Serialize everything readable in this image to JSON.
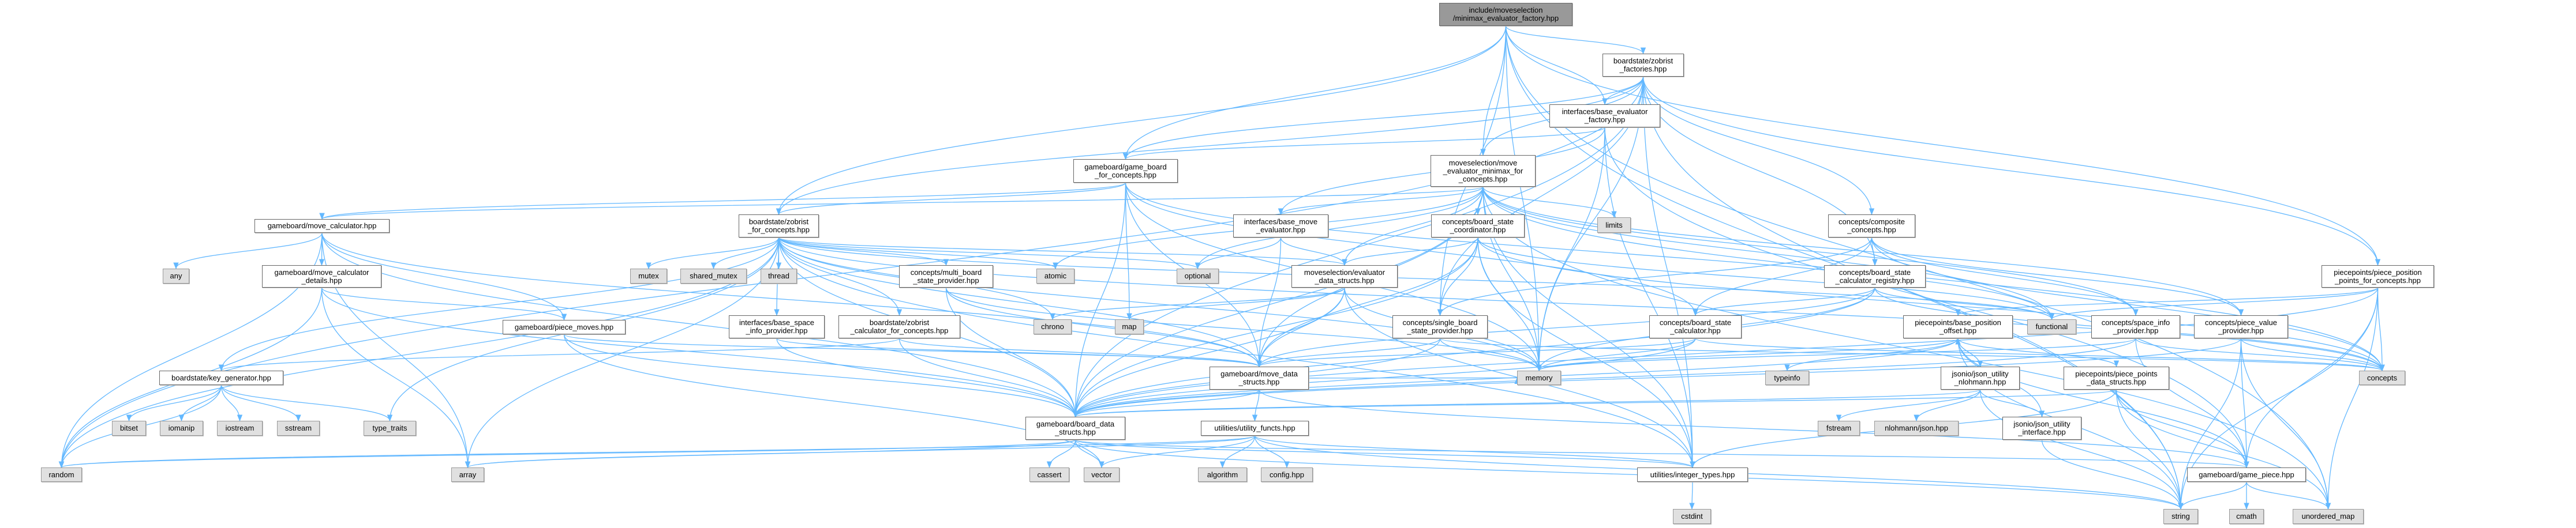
{
  "graph": {
    "type": "include-dependency-graph",
    "edge_color": "#63b8ff",
    "node_border_color": "#666666",
    "system_node_fill": "#e0e0e0",
    "root_node_fill": "#999999",
    "nodes": [
      {
        "id": "root",
        "kind": "root",
        "lines": [
          "include/moveselection",
          "/minimax_evaluator_factory.hpp"
        ]
      },
      {
        "id": "zfac",
        "kind": "file",
        "lines": [
          "boardstate/zobrist",
          "_factories.hpp"
        ]
      },
      {
        "id": "bef",
        "kind": "file",
        "lines": [
          "interfaces/base_evaluator",
          "_factory.hpp"
        ]
      },
      {
        "id": "gbfc",
        "kind": "file",
        "lines": [
          "gameboard/game_board",
          "_for_concepts.hpp"
        ]
      },
      {
        "id": "memfc",
        "kind": "file",
        "lines": [
          "moveselection/move",
          "_evaluator_minimax_for",
          "_concepts.hpp"
        ]
      },
      {
        "id": "mcalc",
        "kind": "file",
        "lines": [
          "gameboard/move_calculator.hpp"
        ]
      },
      {
        "id": "zfc",
        "kind": "file",
        "lines": [
          "boardstate/zobrist",
          "_for_concepts.hpp"
        ]
      },
      {
        "id": "bme",
        "kind": "file",
        "lines": [
          "interfaces/base_move",
          "_evaluator.hpp"
        ]
      },
      {
        "id": "bsco",
        "kind": "file",
        "lines": [
          "concepts/board_state",
          "_coordinator.hpp"
        ]
      },
      {
        "id": "limits",
        "kind": "sys",
        "lines": [
          "limits"
        ]
      },
      {
        "id": "comp",
        "kind": "file",
        "lines": [
          "concepts/composite",
          "_concepts.hpp"
        ]
      },
      {
        "id": "any",
        "kind": "sys",
        "lines": [
          "any"
        ]
      },
      {
        "id": "mcd",
        "kind": "file",
        "lines": [
          "gameboard/move_calculator",
          "_details.hpp"
        ]
      },
      {
        "id": "mutex",
        "kind": "sys",
        "lines": [
          "mutex"
        ]
      },
      {
        "id": "shmutex",
        "kind": "sys",
        "lines": [
          "shared_mutex"
        ]
      },
      {
        "id": "thread",
        "kind": "sys",
        "lines": [
          "thread"
        ]
      },
      {
        "id": "mbsp",
        "kind": "file",
        "lines": [
          "concepts/multi_board",
          "_state_provider.hpp"
        ]
      },
      {
        "id": "atomic",
        "kind": "sys",
        "lines": [
          "atomic"
        ]
      },
      {
        "id": "optional",
        "kind": "sys",
        "lines": [
          "optional"
        ]
      },
      {
        "id": "eds",
        "kind": "file",
        "lines": [
          "moveselection/evaluator",
          "_data_structs.hpp"
        ]
      },
      {
        "id": "bscr",
        "kind": "file",
        "lines": [
          "concepts/board_state",
          "_calculator_registry.hpp"
        ]
      },
      {
        "id": "pppc",
        "kind": "file",
        "lines": [
          "piecepoints/piece_position",
          "_points_for_concepts.hpp"
        ]
      },
      {
        "id": "pmoves",
        "kind": "file",
        "lines": [
          "gameboard/piece_moves.hpp"
        ]
      },
      {
        "id": "bsip",
        "kind": "file",
        "lines": [
          "interfaces/base_space",
          "_info_provider.hpp"
        ]
      },
      {
        "id": "zcalc",
        "kind": "file",
        "lines": [
          "boardstate/zobrist",
          "_calculator_for_concepts.hpp"
        ]
      },
      {
        "id": "chrono",
        "kind": "sys",
        "lines": [
          "chrono"
        ]
      },
      {
        "id": "map",
        "kind": "sys",
        "lines": [
          "map"
        ]
      },
      {
        "id": "sbsp",
        "kind": "file",
        "lines": [
          "concepts/single_board",
          "_state_provider.hpp"
        ]
      },
      {
        "id": "bscalc",
        "kind": "file",
        "lines": [
          "concepts/board_state",
          "_calculator.hpp"
        ]
      },
      {
        "id": "bpo",
        "kind": "file",
        "lines": [
          "piecepoints/base_position",
          "_offset.hpp"
        ]
      },
      {
        "id": "functional",
        "kind": "sys",
        "lines": [
          "functional"
        ]
      },
      {
        "id": "sip",
        "kind": "file",
        "lines": [
          "concepts/space_info",
          "_provider.hpp"
        ]
      },
      {
        "id": "pvp",
        "kind": "file",
        "lines": [
          "concepts/piece_value",
          "_provider.hpp"
        ]
      },
      {
        "id": "keygen",
        "kind": "file",
        "lines": [
          "boardstate/key_generator.hpp"
        ]
      },
      {
        "id": "mds",
        "kind": "file",
        "lines": [
          "gameboard/move_data",
          "_structs.hpp"
        ]
      },
      {
        "id": "memory",
        "kind": "sys",
        "lines": [
          "memory"
        ]
      },
      {
        "id": "typeinfo",
        "kind": "sys",
        "lines": [
          "typeinfo"
        ]
      },
      {
        "id": "jun",
        "kind": "file",
        "lines": [
          "jsonio/json_utility",
          "_nlohmann.hpp"
        ]
      },
      {
        "id": "ppds",
        "kind": "file",
        "lines": [
          "piecepoints/piece_points",
          "_data_structs.hpp"
        ]
      },
      {
        "id": "concepts",
        "kind": "sys",
        "lines": [
          "concepts"
        ]
      },
      {
        "id": "bitset",
        "kind": "sys",
        "lines": [
          "bitset"
        ]
      },
      {
        "id": "iomanip",
        "kind": "sys",
        "lines": [
          "iomanip"
        ]
      },
      {
        "id": "iostream",
        "kind": "sys",
        "lines": [
          "iostream"
        ]
      },
      {
        "id": "sstream",
        "kind": "sys",
        "lines": [
          "sstream"
        ]
      },
      {
        "id": "type_traits",
        "kind": "sys",
        "lines": [
          "type_traits"
        ]
      },
      {
        "id": "bds",
        "kind": "file",
        "lines": [
          "gameboard/board_data",
          "_structs.hpp"
        ]
      },
      {
        "id": "utf",
        "kind": "file",
        "lines": [
          "utilities/utility_functs.hpp"
        ]
      },
      {
        "id": "fstream",
        "kind": "sys",
        "lines": [
          "fstream"
        ]
      },
      {
        "id": "njson",
        "kind": "sys",
        "lines": [
          "nlohmann/json.hpp"
        ]
      },
      {
        "id": "jui",
        "kind": "file",
        "lines": [
          "jsonio/json_utility",
          "_interface.hpp"
        ]
      },
      {
        "id": "random",
        "kind": "sys",
        "lines": [
          "random"
        ]
      },
      {
        "id": "array",
        "kind": "sys",
        "lines": [
          "array"
        ]
      },
      {
        "id": "cassert",
        "kind": "sys",
        "lines": [
          "cassert"
        ]
      },
      {
        "id": "vector",
        "kind": "sys",
        "lines": [
          "vector"
        ]
      },
      {
        "id": "algorithm",
        "kind": "sys",
        "lines": [
          "algorithm"
        ]
      },
      {
        "id": "config",
        "kind": "sys",
        "lines": [
          "config.hpp"
        ]
      },
      {
        "id": "intt",
        "kind": "file",
        "lines": [
          "utilities/integer_types.hpp"
        ]
      },
      {
        "id": "gpiece",
        "kind": "file",
        "lines": [
          "gameboard/game_piece.hpp"
        ]
      },
      {
        "id": "cstdint",
        "kind": "sys",
        "lines": [
          "cstdint"
        ]
      },
      {
        "id": "string",
        "kind": "sys",
        "lines": [
          "string"
        ]
      },
      {
        "id": "cmath",
        "kind": "sys",
        "lines": [
          "cmath"
        ]
      },
      {
        "id": "umap",
        "kind": "sys",
        "lines": [
          "unordered_map"
        ]
      }
    ],
    "edges": [
      [
        "root",
        "zfac"
      ],
      [
        "root",
        "bef"
      ],
      [
        "root",
        "memfc"
      ],
      [
        "root",
        "gbfc"
      ],
      [
        "root",
        "zfc"
      ],
      [
        "root",
        "pppc"
      ],
      [
        "root",
        "memory"
      ],
      [
        "root",
        "string"
      ],
      [
        "root",
        "umap"
      ],
      [
        "root",
        "sbsp"
      ],
      [
        "zfac",
        "bef"
      ],
      [
        "zfac",
        "memfc"
      ],
      [
        "zfac",
        "gbfc"
      ],
      [
        "zfac",
        "zfc"
      ],
      [
        "zfac",
        "comp"
      ],
      [
        "zfac",
        "bscr"
      ],
      [
        "zfac",
        "pppc"
      ],
      [
        "zfac",
        "memory"
      ],
      [
        "zfac",
        "random"
      ],
      [
        "zfac",
        "bds"
      ],
      [
        "zfac",
        "string"
      ],
      [
        "zfac",
        "sbsp"
      ],
      [
        "zfac",
        "intt"
      ],
      [
        "bef",
        "gbfc"
      ],
      [
        "bef",
        "bme"
      ],
      [
        "bef",
        "memory"
      ],
      [
        "bef",
        "gpiece"
      ],
      [
        "bef",
        "intt"
      ],
      [
        "gbfc",
        "mcalc"
      ],
      [
        "gbfc",
        "zfc"
      ],
      [
        "gbfc",
        "bds"
      ],
      [
        "gbfc",
        "map"
      ],
      [
        "gbfc",
        "mds"
      ],
      [
        "gbfc",
        "memory"
      ],
      [
        "gbfc",
        "functional"
      ],
      [
        "gbfc",
        "bscalc"
      ],
      [
        "memfc",
        "bme"
      ],
      [
        "memfc",
        "bsco"
      ],
      [
        "memfc",
        "eds"
      ],
      [
        "memfc",
        "limits"
      ],
      [
        "memfc",
        "memory"
      ],
      [
        "memfc",
        "atomic"
      ],
      [
        "memfc",
        "optional"
      ],
      [
        "memfc",
        "bds"
      ],
      [
        "memfc",
        "mds"
      ],
      [
        "memfc",
        "intt"
      ],
      [
        "memfc",
        "sip"
      ],
      [
        "memfc",
        "pvp"
      ],
      [
        "memfc",
        "umap"
      ],
      [
        "memfc",
        "functional"
      ],
      [
        "memfc",
        "concepts"
      ],
      [
        "memfc",
        "mcalc"
      ],
      [
        "comp",
        "bscr"
      ],
      [
        "comp",
        "bscalc"
      ],
      [
        "comp",
        "sbsp"
      ],
      [
        "comp",
        "sip"
      ],
      [
        "comp",
        "pvp"
      ],
      [
        "comp",
        "concepts"
      ],
      [
        "bscr",
        "bscalc"
      ],
      [
        "bscr",
        "functional"
      ],
      [
        "bscr",
        "memory"
      ],
      [
        "bscr",
        "concepts"
      ],
      [
        "bscr",
        "bds"
      ],
      [
        "bscr",
        "mds"
      ],
      [
        "pppc",
        "bpo"
      ],
      [
        "pppc",
        "functional"
      ],
      [
        "pppc",
        "concepts"
      ],
      [
        "pppc",
        "gpiece"
      ],
      [
        "pppc",
        "string"
      ],
      [
        "pppc",
        "umap"
      ],
      [
        "pppc",
        "bds"
      ],
      [
        "mcalc",
        "any"
      ],
      [
        "mcalc",
        "mcd"
      ],
      [
        "mcalc",
        "pmoves"
      ],
      [
        "mcalc",
        "bds"
      ],
      [
        "mcalc",
        "mds"
      ],
      [
        "mcalc",
        "random"
      ],
      [
        "mcalc",
        "array"
      ],
      [
        "mcd",
        "pmoves"
      ],
      [
        "mcd",
        "bds"
      ],
      [
        "mcd",
        "array"
      ],
      [
        "mcd",
        "random"
      ],
      [
        "zfc",
        "mutex"
      ],
      [
        "zfc",
        "shmutex"
      ],
      [
        "zfc",
        "thread"
      ],
      [
        "zfc",
        "mbsp"
      ],
      [
        "zfc",
        "atomic"
      ],
      [
        "zfc",
        "optional"
      ],
      [
        "zfc",
        "eds"
      ],
      [
        "zfc",
        "keygen"
      ],
      [
        "zfc",
        "bsip"
      ],
      [
        "zfc",
        "zcalc"
      ],
      [
        "zfc",
        "chrono"
      ],
      [
        "zfc",
        "bds"
      ],
      [
        "zfc",
        "mds"
      ],
      [
        "zfc",
        "array"
      ],
      [
        "zfc",
        "random"
      ],
      [
        "zfc",
        "memory"
      ],
      [
        "zfc",
        "intt"
      ],
      [
        "zfc",
        "functional"
      ],
      [
        "zfc",
        "concepts"
      ],
      [
        "zfc",
        "type_traits"
      ],
      [
        "bsco",
        "eds"
      ],
      [
        "bsco",
        "memory"
      ],
      [
        "bsco",
        "bds"
      ],
      [
        "bsco",
        "sbsp"
      ],
      [
        "bsco",
        "mds"
      ],
      [
        "bsco",
        "concepts"
      ],
      [
        "bsco",
        "functional"
      ],
      [
        "bsco",
        "intt"
      ],
      [
        "bme",
        "optional"
      ],
      [
        "bme",
        "eds"
      ],
      [
        "bme",
        "mds"
      ],
      [
        "mbsp",
        "bds"
      ],
      [
        "mbsp",
        "mds"
      ],
      [
        "mbsp",
        "memory"
      ],
      [
        "eds",
        "chrono"
      ],
      [
        "eds",
        "map"
      ],
      [
        "eds",
        "bds"
      ],
      [
        "eds",
        "mds"
      ],
      [
        "eds",
        "intt"
      ],
      [
        "eds",
        "memory"
      ],
      [
        "sbsp",
        "memory"
      ],
      [
        "sbsp",
        "mds"
      ],
      [
        "sbsp",
        "bds"
      ],
      [
        "sbsp",
        "concepts"
      ],
      [
        "bscalc",
        "memory"
      ],
      [
        "bscalc",
        "bds"
      ],
      [
        "bscalc",
        "mds"
      ],
      [
        "bscalc",
        "concepts"
      ],
      [
        "bpo",
        "typeinfo"
      ],
      [
        "bpo",
        "jun"
      ],
      [
        "bpo",
        "ppds"
      ],
      [
        "bpo",
        "jui"
      ],
      [
        "bpo",
        "string"
      ],
      [
        "bpo",
        "bds"
      ],
      [
        "bpo",
        "gpiece"
      ],
      [
        "bpo",
        "memory"
      ],
      [
        "jun",
        "bpo"
      ],
      [
        "jun",
        "fstream"
      ],
      [
        "jun",
        "njson"
      ],
      [
        "jun",
        "jui"
      ],
      [
        "jun",
        "string"
      ],
      [
        "jun",
        "bds"
      ],
      [
        "sip",
        "gpiece"
      ],
      [
        "sip",
        "concepts"
      ],
      [
        "sip",
        "bds"
      ],
      [
        "sip",
        "memory"
      ],
      [
        "pvp",
        "gpiece"
      ],
      [
        "pvp",
        "concepts"
      ],
      [
        "pvp",
        "umap"
      ],
      [
        "pvp",
        "string"
      ],
      [
        "pvp",
        "bds"
      ],
      [
        "ppds",
        "gpiece"
      ],
      [
        "ppds",
        "string"
      ],
      [
        "ppds",
        "umap"
      ],
      [
        "ppds",
        "intt"
      ],
      [
        "ppds",
        "bds"
      ],
      [
        "jui",
        "string"
      ],
      [
        "pmoves",
        "bds"
      ],
      [
        "pmoves",
        "mds"
      ],
      [
        "pmoves",
        "vector"
      ],
      [
        "bsip",
        "bds"
      ],
      [
        "bsip",
        "mds"
      ],
      [
        "zcalc",
        "bds"
      ],
      [
        "zcalc",
        "mds"
      ],
      [
        "zcalc",
        "keygen"
      ],
      [
        "keygen",
        "bitset"
      ],
      [
        "keygen",
        "iomanip"
      ],
      [
        "keygen",
        "iostream"
      ],
      [
        "keygen",
        "sstream"
      ],
      [
        "keygen",
        "type_traits"
      ],
      [
        "keygen",
        "random"
      ],
      [
        "mds",
        "bds"
      ],
      [
        "mds",
        "utf"
      ],
      [
        "mds",
        "gpiece"
      ],
      [
        "mds",
        "memory"
      ],
      [
        "bds",
        "cassert"
      ],
      [
        "bds",
        "vector"
      ],
      [
        "bds",
        "array"
      ],
      [
        "bds",
        "random"
      ],
      [
        "bds",
        "intt"
      ],
      [
        "bds",
        "gpiece"
      ],
      [
        "bds",
        "string"
      ],
      [
        "utf",
        "algorithm"
      ],
      [
        "utf",
        "config"
      ],
      [
        "utf",
        "vector"
      ],
      [
        "utf",
        "array"
      ],
      [
        "utf",
        "intt"
      ],
      [
        "utf",
        "string"
      ],
      [
        "utf",
        "random"
      ],
      [
        "intt",
        "cstdint"
      ],
      [
        "gpiece",
        "string"
      ],
      [
        "gpiece",
        "cmath"
      ],
      [
        "gpiece",
        "umap"
      ]
    ]
  }
}
